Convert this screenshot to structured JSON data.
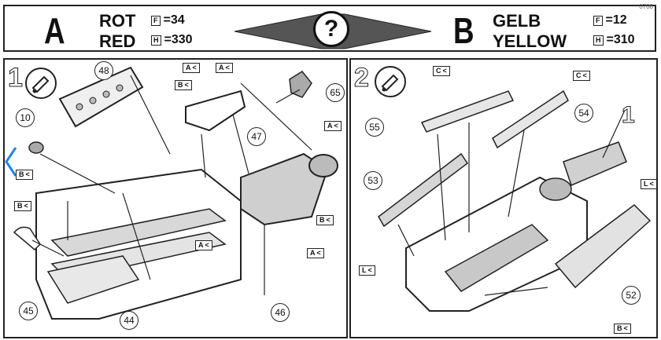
{
  "header": {
    "left": {
      "letter": "A",
      "color_de": "ROT",
      "color_en": "RED",
      "code1_flag": "F",
      "code1_value": "=34",
      "code2_flag": "H",
      "code2_value": "=330"
    },
    "center": "?",
    "right": {
      "letter": "B",
      "color_de": "GELB",
      "color_en": "YELLOW",
      "code1_flag": "F",
      "code1_value": "=12",
      "code2_flag": "H",
      "code2_value": "=310"
    },
    "corner_text": "0708"
  },
  "step1": {
    "number": "1",
    "parts": [
      "48",
      "10",
      "65",
      "47",
      "45",
      "44",
      "46"
    ],
    "tags": [
      "A",
      "B",
      "A",
      "A",
      "B",
      "B",
      "B",
      "A",
      "A"
    ]
  },
  "step2": {
    "number": "2",
    "parts": [
      "55",
      "54",
      "53",
      "52"
    ],
    "tags": [
      "C",
      "C",
      "L",
      "L",
      "B"
    ],
    "assembly_number": "1"
  },
  "colors": {
    "line": "#222222",
    "paper": "#ffffff",
    "shade": "#bdbdbd",
    "accent": "#1e88e5"
  }
}
